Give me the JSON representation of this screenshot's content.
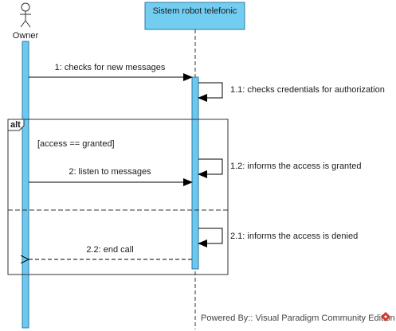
{
  "diagram": {
    "actor": {
      "name": "Owner"
    },
    "system": {
      "name": "Sistem robot telefonic"
    },
    "messages": [
      {
        "label": "1: checks for new messages"
      },
      {
        "label": "1.1: checks credentials for authorization"
      },
      {
        "label": "2: listen to messages"
      },
      {
        "label": "1.2: informs the access is granted"
      },
      {
        "label": "2.1: informs the access is denied"
      },
      {
        "label": "2.2: end call"
      }
    ],
    "fragment": {
      "operator": "alt",
      "guard": "[access == granted]"
    }
  },
  "watermark": {
    "prefix": "Powered By::",
    "product": "Visual Paradigm Community Edition"
  },
  "colors": {
    "lifeline_fill": "#6cc8ee",
    "lifeline_stroke": "#2a7aa6",
    "header_fill": "#73cdf0",
    "line": "#000000",
    "logo": "#d9352b"
  }
}
